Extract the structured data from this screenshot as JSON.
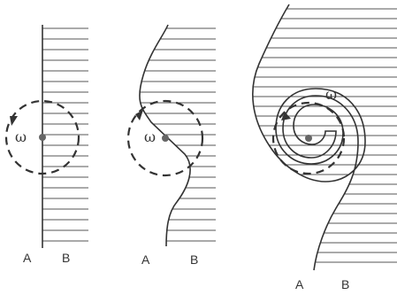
{
  "panels": [
    {
      "label_a": "A",
      "label_b": "B",
      "omega": "ω"
    },
    {
      "label_a": "A",
      "label_b": "B",
      "omega": "ω"
    },
    {
      "label_a": "A",
      "label_b": "B",
      "omega": "ω"
    }
  ],
  "colors": {
    "ink": "#333333",
    "hatch": "#555555",
    "center": "#666666"
  }
}
